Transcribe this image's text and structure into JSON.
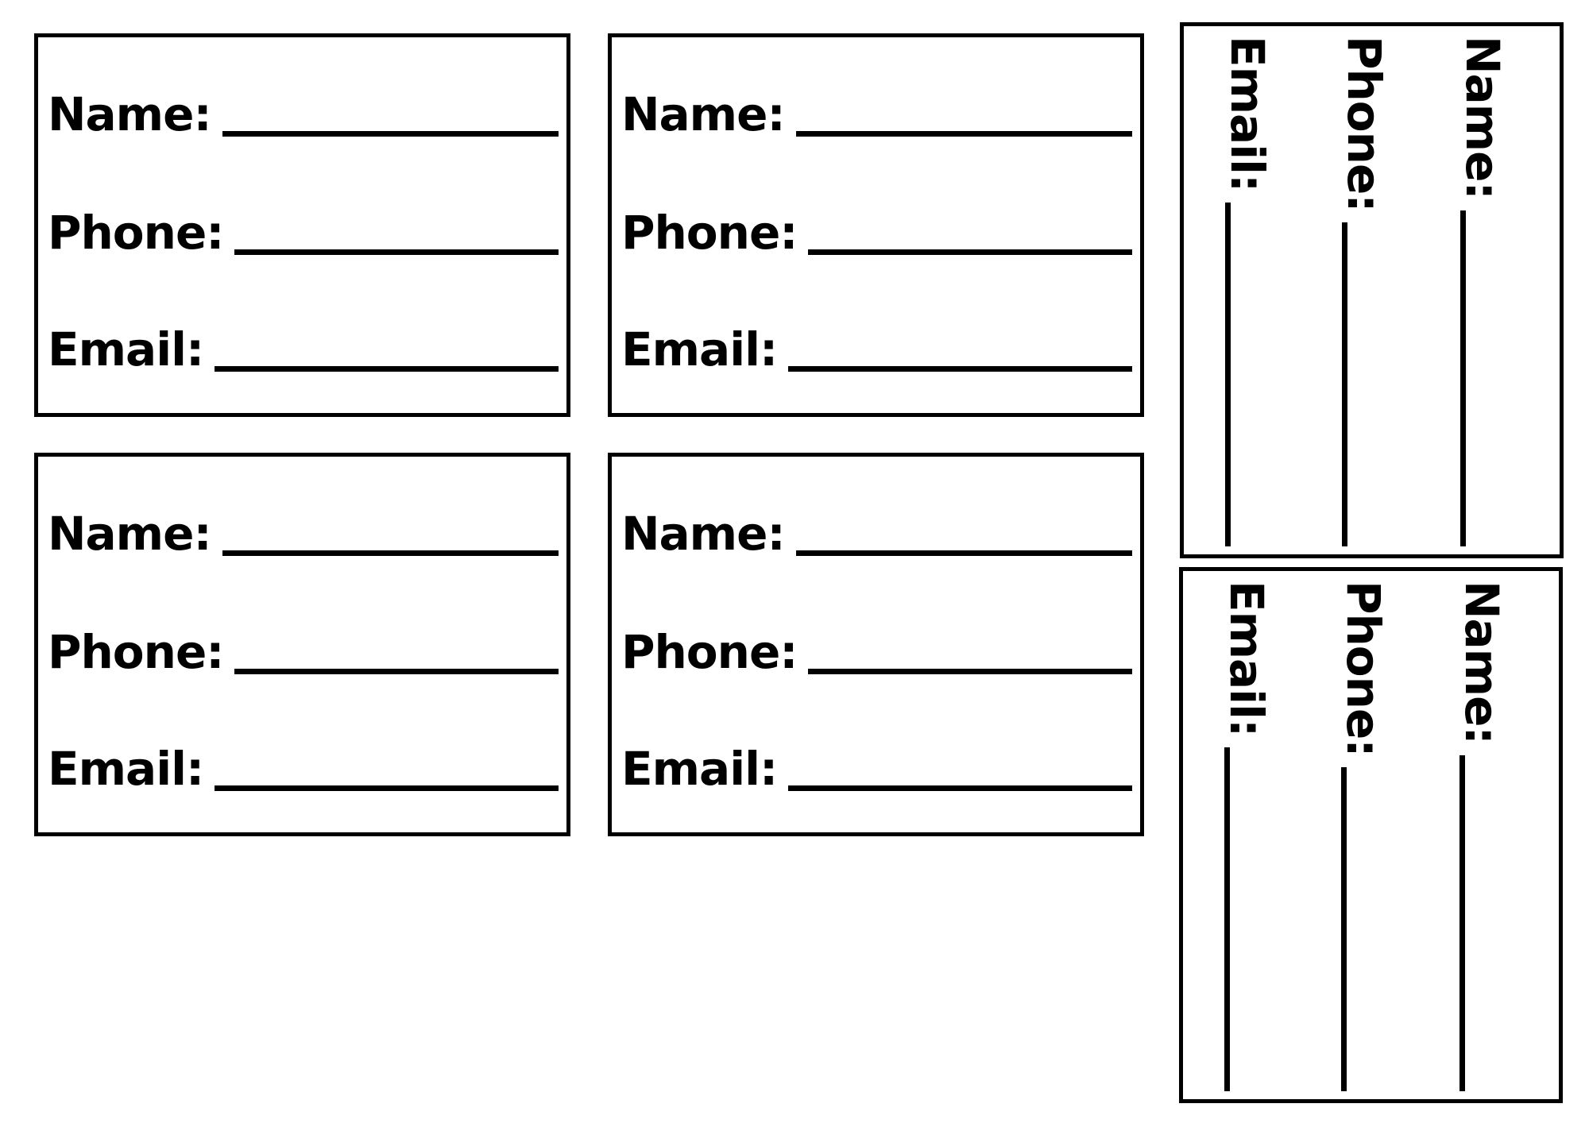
{
  "page": {
    "title": "Contact information fill-in cards sheet",
    "background": "#ffffff",
    "ink": "#000000"
  },
  "fields": [
    {
      "key": "name",
      "label": "Name:"
    },
    {
      "key": "phone",
      "label": "Phone:"
    },
    {
      "key": "email",
      "label": "Email:"
    }
  ],
  "cards": [
    {
      "id": "card-1",
      "orientation": "horizontal"
    },
    {
      "id": "card-2",
      "orientation": "horizontal"
    },
    {
      "id": "card-3",
      "orientation": "horizontal"
    },
    {
      "id": "card-4",
      "orientation": "horizontal"
    },
    {
      "id": "card-5",
      "orientation": "rotated-90-clockwise"
    },
    {
      "id": "card-6",
      "orientation": "rotated-90-clockwise"
    }
  ]
}
